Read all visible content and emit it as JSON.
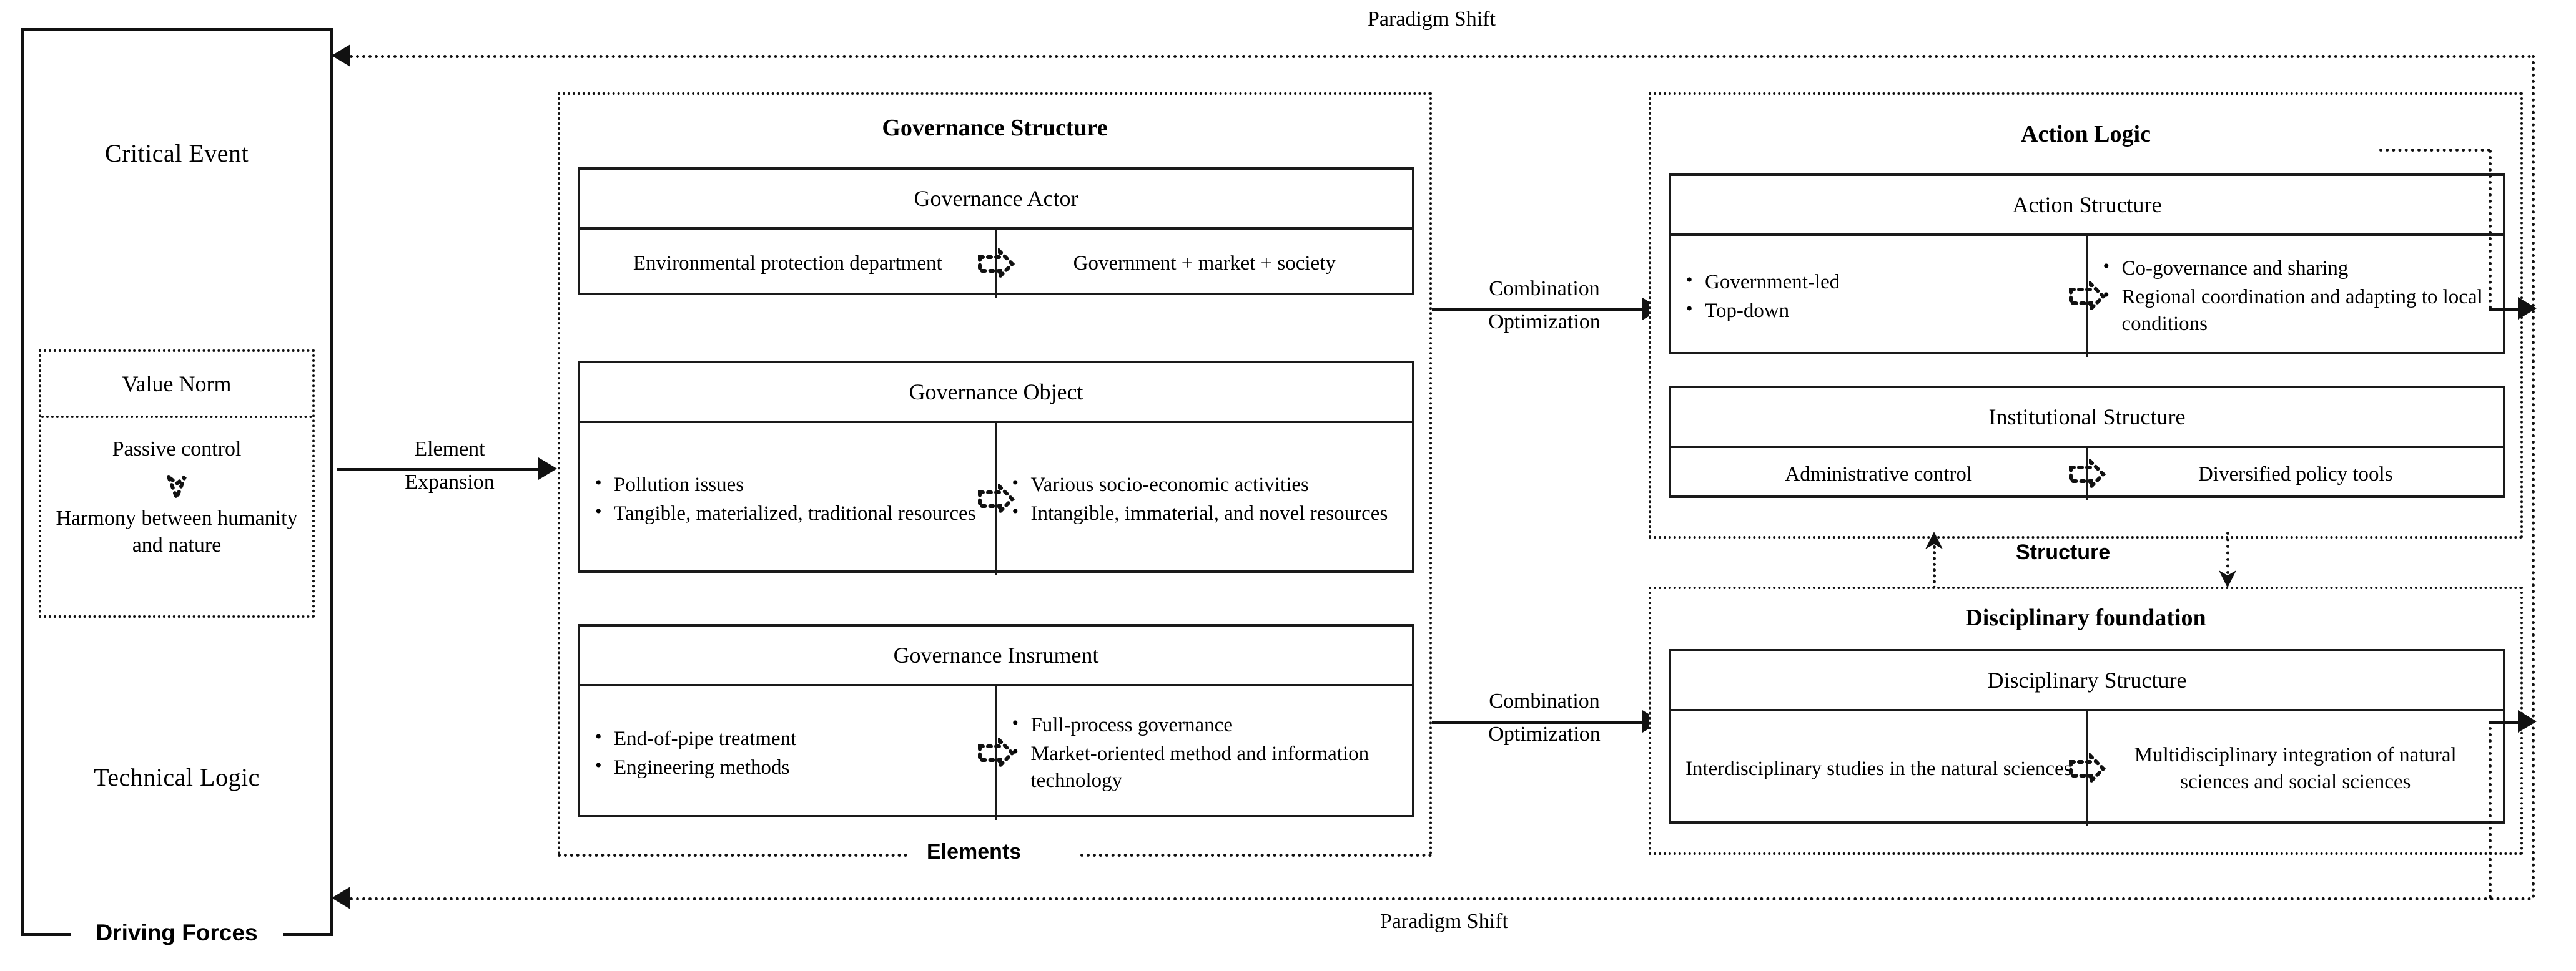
{
  "diagram": {
    "title": "Governance paradigm shift framework",
    "accent_color": "#111111",
    "left_panel": {
      "top_label": "Critical  Event",
      "bottom_label": "Technical Logic",
      "footer_label": "Driving Forces",
      "value_norm": {
        "header": "Value Norm",
        "from": "Passive control",
        "transform_icon": "dotted-down-arrow-icon",
        "to": "Harmony between humanity and nature"
      }
    },
    "governance_panel": {
      "title": "Governance Structure",
      "footer_label": "Elements",
      "cards": [
        {
          "header": "Governance Actor",
          "left_lines": [
            "Environmental protection department"
          ],
          "right_lines": [
            "Government + market + society"
          ],
          "left_bullets": [],
          "right_bullets": [],
          "divider_icon": "dotted-right-arrow-icon"
        },
        {
          "header": "Governance Object",
          "left_lines": [],
          "right_lines": [],
          "left_bullets": [
            "Pollution issues",
            "Tangible, materialized, traditional resources"
          ],
          "right_bullets": [
            "Various socio-economic activities",
            "Intangible, immaterial, and novel  resources"
          ],
          "divider_icon": "dotted-right-arrow-icon"
        },
        {
          "header": "Governance Insrument",
          "left_lines": [],
          "right_lines": [],
          "left_bullets": [
            "End-of-pipe treatment",
            "Engineering methods"
          ],
          "right_bullets": [
            "Full-process governance",
            "Market-oriented method and information technology"
          ],
          "divider_icon": "dotted-right-arrow-icon"
        }
      ]
    },
    "action_panel": {
      "title": "Action Logic",
      "cards": [
        {
          "header": "Action Structure",
          "left_bullets": [
            "Government-led",
            "Top-down"
          ],
          "right_bullets": [
            "Co-governance and sharing",
            "Regional coordination and adapting to local conditions"
          ],
          "left_lines": [],
          "right_lines": [],
          "divider_icon": "dotted-right-arrow-icon"
        },
        {
          "header": "Institutional Structure",
          "left_bullets": [],
          "right_bullets": [],
          "left_lines": [
            "Administrative control"
          ],
          "right_lines": [
            "Diversified policy tools"
          ],
          "divider_icon": "dotted-right-arrow-icon"
        }
      ]
    },
    "disciplinary_panel": {
      "title": "Disciplinary foundation",
      "cards": [
        {
          "header": "Disciplinary Structure",
          "left_bullets": [],
          "right_bullets": [],
          "left_lines": [
            "Interdisciplinary studies in the natural sciences"
          ],
          "right_lines": [
            "Multidisciplinary integration of natural sciences and social sciences"
          ],
          "divider_icon": "dotted-right-arrow-icon"
        }
      ]
    },
    "connectors": {
      "element_expansion": {
        "line1": "Element",
        "line2": "Expansion"
      },
      "combination_optimization_top": {
        "line1": "Combination",
        "line2": "Optimization"
      },
      "combination_optimization_bottom": {
        "line1": "Combination",
        "line2": "Optimization"
      },
      "structure_label": "Structure",
      "paradigm_shift_top": "Paradigm Shift",
      "paradigm_shift_bottom": "Paradigm Shift"
    }
  }
}
